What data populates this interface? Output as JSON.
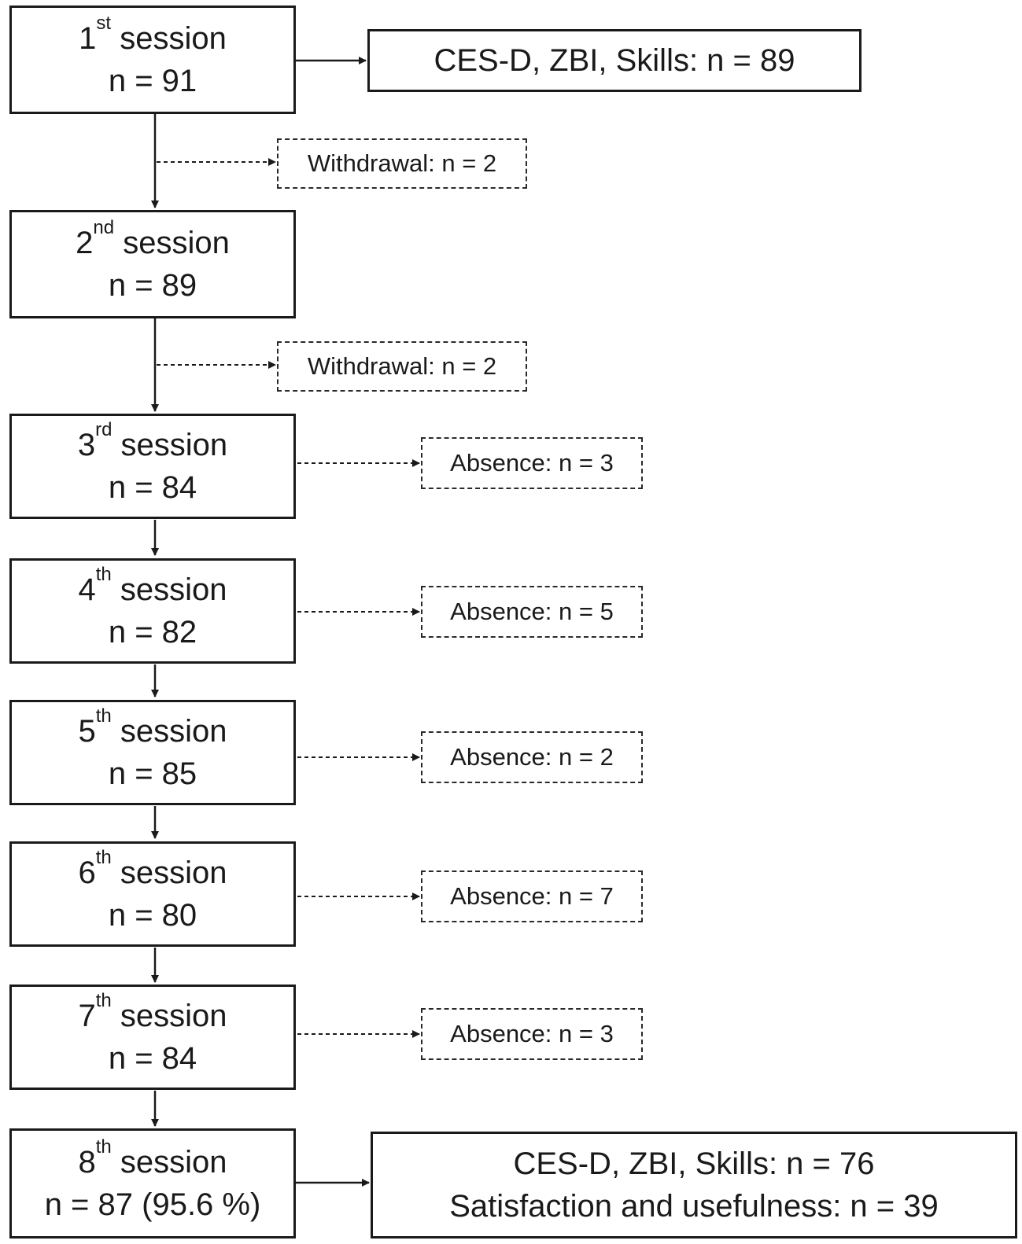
{
  "sessions": [
    {
      "num": "1",
      "ord": "st",
      "word": "session",
      "n": "n = 91"
    },
    {
      "num": "2",
      "ord": "nd",
      "word": "session",
      "n": "n = 89"
    },
    {
      "num": "3",
      "ord": "rd",
      "word": "session",
      "n": "n = 84"
    },
    {
      "num": "4",
      "ord": "th",
      "word": "session",
      "n": "n = 82"
    },
    {
      "num": "5",
      "ord": "th",
      "word": "session",
      "n": "n = 85"
    },
    {
      "num": "6",
      "ord": "th",
      "word": "session",
      "n": "n = 80"
    },
    {
      "num": "7",
      "ord": "th",
      "word": "session",
      "n": "n = 84"
    },
    {
      "num": "8",
      "ord": "th",
      "word": "session",
      "n": "n = 87 (95.6 %)"
    }
  ],
  "withdrawals": [
    "Withdrawal: n = 2",
    "Withdrawal: n = 2"
  ],
  "absences": [
    "Absence: n = 3",
    "Absence: n = 5",
    "Absence: n = 2",
    "Absence: n = 7",
    "Absence: n = 3"
  ],
  "outcomes": {
    "baseline": "CES-D, ZBI, Skills: n = 89",
    "final_line1": "CES-D, ZBI, Skills: n = 76",
    "final_line2": "Satisfaction and usefulness: n = 39"
  }
}
